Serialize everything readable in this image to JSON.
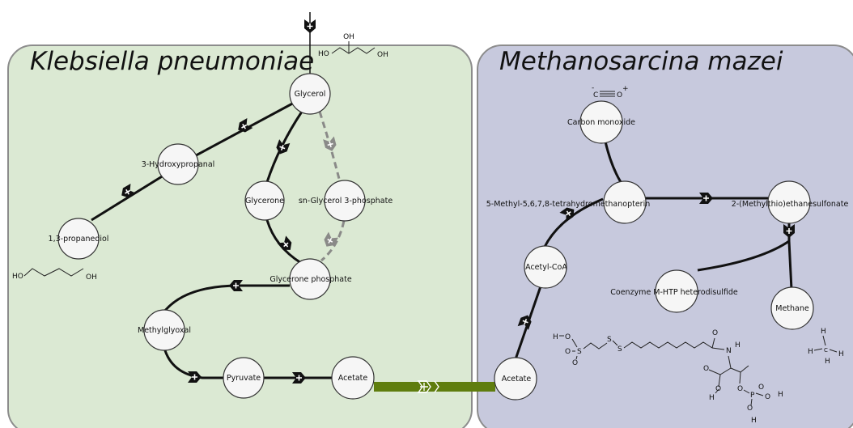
{
  "compartments": {
    "left": {
      "title": "Klebsiella pneumoniae",
      "fill": "#dbe9d3"
    },
    "right": {
      "title": "Methanosarcina mazei",
      "fill": "#c7c9dd"
    }
  },
  "nodes": {
    "glycerol": "Glycerol",
    "hydroxypropanal": "3-Hydroxypropanal",
    "propanediol": "1,3-propanediol",
    "glycerone": "Glycerone",
    "sn_glycerol_3_phosphate": "sn-Glycerol 3-phosphate",
    "glycerone_phosphate": "Glycerone phosphate",
    "methylglyoxal": "Methylglyoxal",
    "pyruvate": "Pyruvate",
    "acetate_left": "Acetate",
    "acetate_right": "Acetate",
    "acetyl_coa": "Acetyl-CoA",
    "carbon_monoxide": "Carbon monoxide",
    "methyl_thmpt": "5-Methyl-5,6,7,8-tetrahydromethanopterin",
    "methylthio_es": "2-(Methylthio)ethanesulfonate",
    "coenzyme_m_htp": "Coenzyme M-HTP heterodisulfide",
    "methane": "Methane"
  },
  "structures": {
    "glycerol_oh_top": "OH",
    "glycerol_ho_left": "HO",
    "glycerol_oh_right": "OH",
    "propanediol_ho": "HO",
    "propanediol_oh": "OH",
    "co_c": "C",
    "co_o": "O",
    "co_minus": "-",
    "co_plus": "+",
    "htp_h1": "H",
    "htp_o1": "O",
    "htp_s1": "S",
    "htp_o2": "O",
    "htp_o3": "O",
    "htp_s2": "S",
    "htp_s3": "S",
    "htp_o4": "O",
    "htp_n": "N",
    "htp_h2": "H",
    "htp_o5": "O",
    "htp_h3": "H",
    "htp_o6": "O",
    "htp_o7": "O",
    "htp_p": "P",
    "htp_o8": "O",
    "htp_h4": "H",
    "htp_o9": "O",
    "htp_h5": "H",
    "htp_o10": "O",
    "methane_h1": "H",
    "methane_c": "C",
    "methane_h2": "H",
    "methane_h3": "H",
    "methane_h4": "H"
  },
  "colors": {
    "transport": "#5f7d0e",
    "edge": "#111111",
    "dashed_edge": "#8a8a88",
    "node_fill": "#f6f6f6"
  }
}
